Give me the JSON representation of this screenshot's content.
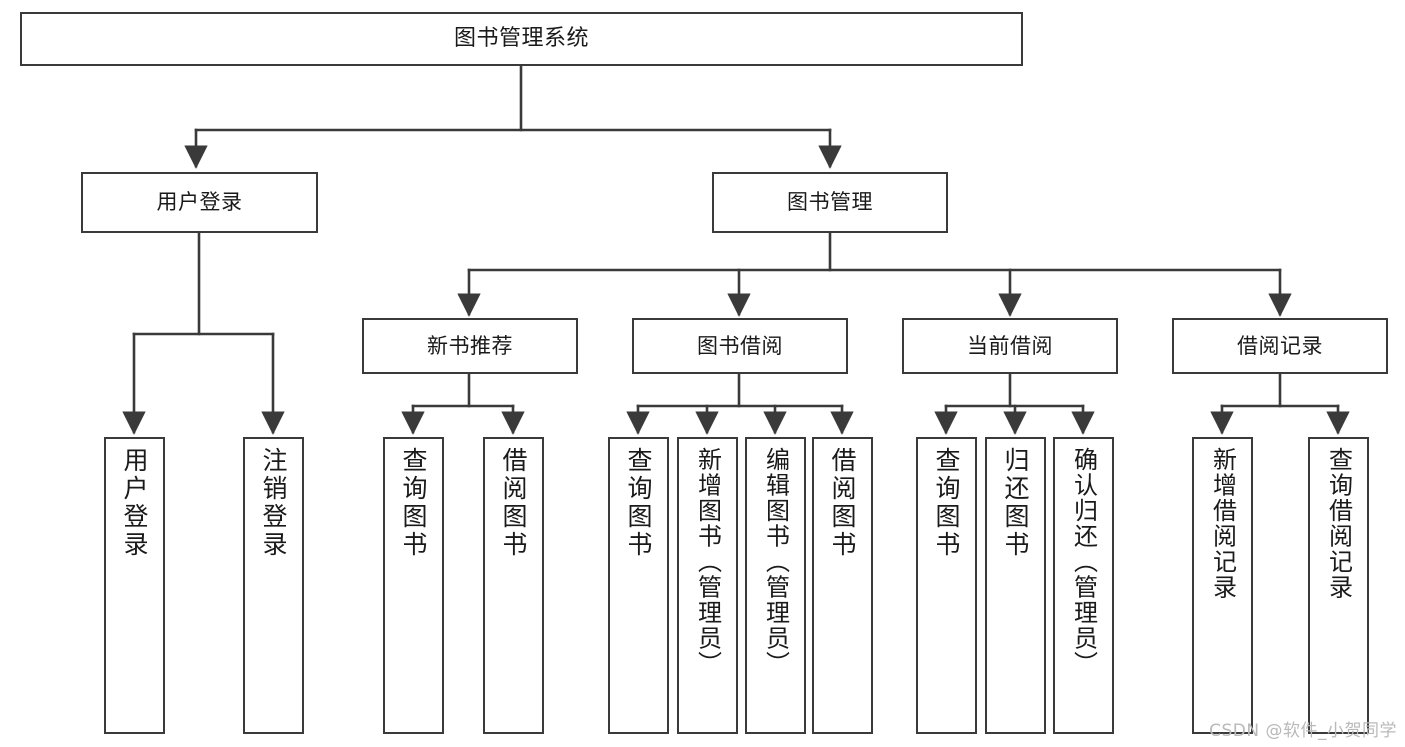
{
  "diagram": {
    "title": "图书管理系统",
    "type": "tree",
    "background_color": "#ffffff",
    "line_color": "#3a3a3a",
    "box_fill": "#ffffff",
    "text_color": "#1a1a1a"
  },
  "nodes": {
    "root": {
      "label": "图书管理系统",
      "level": 0
    },
    "level1": [
      {
        "id": "user-login",
        "label": "用户登录"
      },
      {
        "id": "book-manage",
        "label": "图书管理"
      }
    ],
    "level2": [
      {
        "id": "new-book-rec",
        "label": "新书推荐",
        "parent": "book-manage"
      },
      {
        "id": "book-borrow",
        "label": "图书借阅",
        "parent": "book-manage"
      },
      {
        "id": "current-borrow",
        "label": "当前借阅",
        "parent": "book-manage"
      },
      {
        "id": "borrow-record",
        "label": "借阅记录",
        "parent": "book-manage"
      }
    ],
    "leaves": [
      {
        "id": "leaf-user-login",
        "label": "用户登录",
        "parent": "user-login"
      },
      {
        "id": "leaf-logout-login",
        "label": "注销登录",
        "parent": "user-login"
      },
      {
        "id": "leaf-query-book-1",
        "label": "查询图书",
        "parent": "new-book-rec"
      },
      {
        "id": "leaf-borrow-book-1",
        "label": "借阅图书",
        "parent": "new-book-rec"
      },
      {
        "id": "leaf-query-book-2",
        "label": "查询图书",
        "parent": "book-borrow"
      },
      {
        "id": "leaf-add-book",
        "label": "新增图书（管理员）",
        "parent": "book-borrow"
      },
      {
        "id": "leaf-edit-book",
        "label": "编辑图书（管理员）",
        "parent": "book-borrow"
      },
      {
        "id": "leaf-borrow-book-2",
        "label": "借阅图书",
        "parent": "book-borrow"
      },
      {
        "id": "leaf-query-book-3",
        "label": "查询图书",
        "parent": "current-borrow"
      },
      {
        "id": "leaf-return-book",
        "label": "归还图书",
        "parent": "current-borrow"
      },
      {
        "id": "leaf-confirm-return",
        "label": "确认归还（管理员）",
        "parent": "current-borrow"
      },
      {
        "id": "leaf-add-record",
        "label": "新增借阅记录",
        "parent": "borrow-record"
      },
      {
        "id": "leaf-query-record",
        "label": "查询借阅记录",
        "parent": "borrow-record"
      }
    ]
  },
  "watermark": {
    "text": "CSDN @软件_小贺同学"
  }
}
